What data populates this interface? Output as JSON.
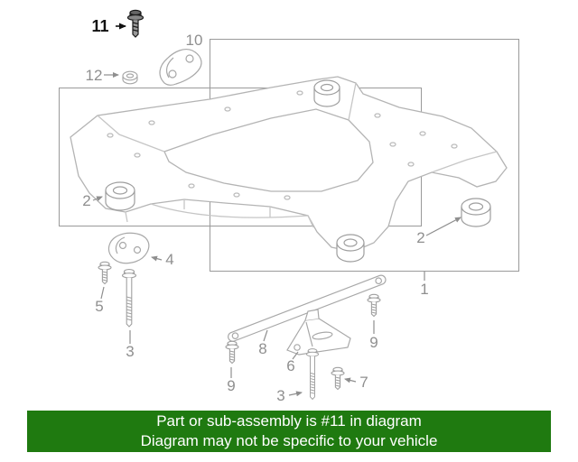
{
  "banner": {
    "line1": "Part or sub-assembly is #11 in diagram",
    "line2": "Diagram may not be specific to your vehicle"
  },
  "colors": {
    "banner_background": "#1f7a10",
    "banner_text": "#ffffff",
    "callout_gray": "#8f8f8f",
    "line_art_gray": "#b4b4b4",
    "highlight_black": "#111111"
  },
  "diagram": {
    "highlighted_callout": "11",
    "callouts": [
      {
        "id": "11",
        "label": "11",
        "part": "flange-bolt",
        "highlighted": true
      },
      {
        "id": "10",
        "label": "10",
        "part": "bracket"
      },
      {
        "id": "12",
        "label": "12",
        "part": "clip-nut"
      },
      {
        "id": "2-left",
        "label": "2",
        "part": "mount-bushing"
      },
      {
        "id": "2-right",
        "label": "2",
        "part": "mount-bushing"
      },
      {
        "id": "1",
        "label": "1",
        "part": "suspension-crossmember"
      },
      {
        "id": "4",
        "label": "4",
        "part": "bracket"
      },
      {
        "id": "5",
        "label": "5",
        "part": "bolt"
      },
      {
        "id": "3-left",
        "label": "3",
        "part": "long-bolt"
      },
      {
        "id": "8",
        "label": "8",
        "part": "brace-bar"
      },
      {
        "id": "6",
        "label": "6",
        "part": "gusset-bracket"
      },
      {
        "id": "9-left",
        "label": "9",
        "part": "bolt"
      },
      {
        "id": "9-right",
        "label": "9",
        "part": "bolt"
      },
      {
        "id": "3-bottom",
        "label": "3",
        "part": "long-bolt"
      },
      {
        "id": "7",
        "label": "7",
        "part": "bolt"
      }
    ]
  }
}
